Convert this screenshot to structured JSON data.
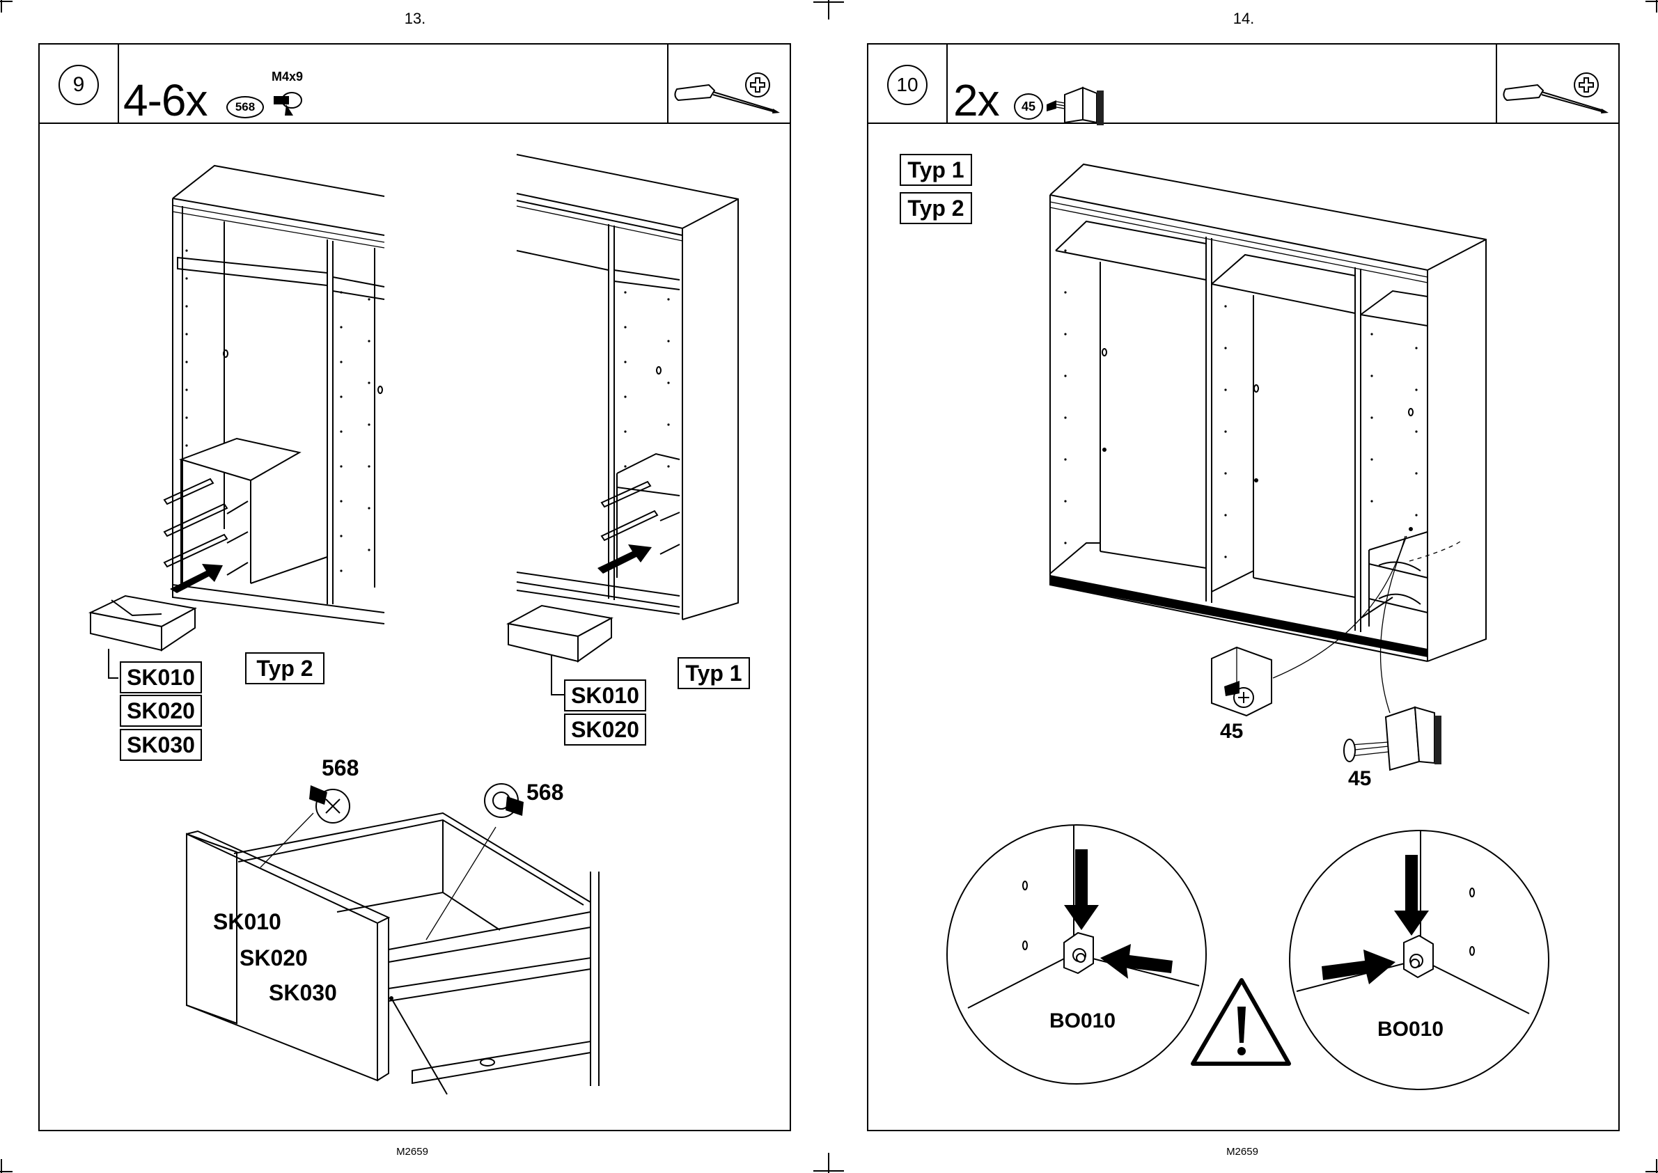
{
  "left_page": {
    "page_number": "13.",
    "footer_code": "M2659",
    "step_number": "9",
    "quantity": "4-6x",
    "part_number": "568",
    "part_spec": "M4x9",
    "type_label": "Typ 2",
    "type_label_right": "Typ 1",
    "labels_left": [
      "SK010",
      "SK020",
      "SK030"
    ],
    "labels_right": [
      "SK010",
      "SK020"
    ],
    "callout_568_a": "568",
    "callout_568_b": "568",
    "front_labels": [
      "SK010",
      "SK020",
      "SK030"
    ]
  },
  "right_page": {
    "page_number": "14.",
    "footer_code": "M2659",
    "step_number": "10",
    "quantity": "2x",
    "part_number": "45",
    "type_labels": [
      "Typ 1",
      "Typ 2"
    ],
    "callout_45_a": "45",
    "callout_45_b": "45",
    "detail_label_left": "BO010",
    "detail_label_right": "BO010"
  },
  "icons": [
    "screwdriver-icon",
    "phillips-head-icon",
    "screw-icon",
    "corner-bracket-icon",
    "warning-icon"
  ]
}
